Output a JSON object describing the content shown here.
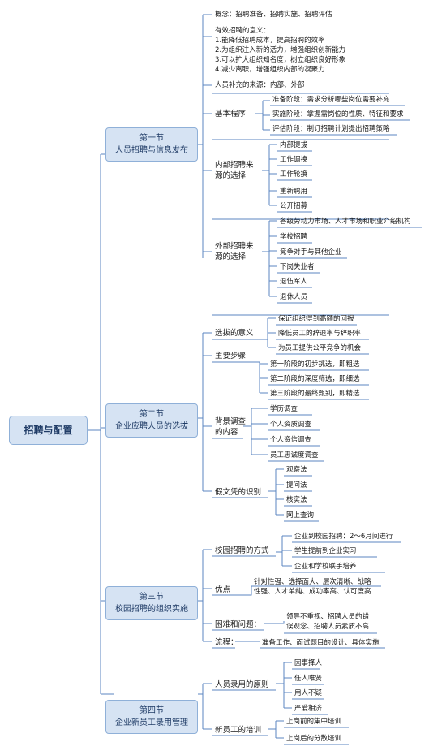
{
  "root": "招聘与配置",
  "sections": [
    {
      "title": "第一节",
      "subtitle": "人员招聘与信息发布",
      "concept": "概念：招聘准备、招聘实施、招聘评估",
      "significance": {
        "title": "有效招聘的意义：",
        "items": [
          "1.能降低招聘成本，提高招聘的效率",
          "2.为组织注入新的活力，增强组织创新能力",
          "3.可以扩大组织知名度，树立组织良好形象",
          "4.减少离职，增强组织内部的凝聚力"
        ]
      },
      "supply": "人员补充的来源：内部、外部",
      "basic": {
        "label": "基本程序",
        "items": [
          "准备阶段：需求分析哪些岗位需要补充",
          "实施阶段：掌握需岗位的性质、特征和要求",
          "评估阶段：制订招聘计划提出招聘策略"
        ]
      },
      "internal": {
        "label1": "内部招聘来",
        "label2": "源的选择",
        "items": [
          "内部提拔",
          "工作调换",
          "工作轮换",
          "重新聘用",
          "公开招募"
        ]
      },
      "external": {
        "label1": "外部招聘来",
        "label2": "源的选择",
        "items": [
          "各级劳动力市场、人才市场和职业介绍机构",
          "学校招聘",
          "竞争对手与其他企业",
          "下岗失业者",
          "退伍军人",
          "退休人员"
        ]
      }
    },
    {
      "title": "第二节",
      "subtitle": "企业应聘人员的选拔",
      "meaning": {
        "label": "选拔的意义",
        "items": [
          "保证组织得到高额的回报",
          "降低员工的辞退率与辞职率",
          "为员工提供公平竞争的机会"
        ]
      },
      "steps": {
        "label": "主要步骤",
        "items": [
          "第一阶段的初步挑选，即粗选",
          "第二阶段的深度筛选，即细选",
          "第三阶段的最终甄别，即精选"
        ]
      },
      "background": {
        "label1": "背景调查",
        "label2": "的内容",
        "items": [
          "学历调查",
          "个人资质调查",
          "个人资信调查",
          "员工忠诚度调查"
        ]
      },
      "fake": {
        "label": "假文凭的识别",
        "items": [
          "观察法",
          "提问法",
          "核实法",
          "网上查询"
        ]
      }
    },
    {
      "title": "第三节",
      "subtitle": "校园招聘的组织实施",
      "methods": {
        "label": "校园招聘的方式",
        "items": [
          "企业到校园招聘：2～6月间进行",
          "学生提前到企业实习",
          "企业和学校联手培养"
        ]
      },
      "advantages": {
        "label": "优点",
        "line1": "针对性强、选择面大、层次清晰、战略",
        "line2": "性强、人才单纯、成功率高、认可度高"
      },
      "problems": {
        "label": "困难和问题：",
        "line1": "领导不重视、招聘人员的错",
        "line2": "误观念、招聘人员素质不高"
      },
      "process": {
        "label": "流程：",
        "text": "准备工作、面试题目的设计、具体实施"
      }
    },
    {
      "title": "第四节",
      "subtitle": "企业新员工录用管理",
      "principles": {
        "label": "人员录用的原则",
        "items": [
          "因事择人",
          "任人唯贤",
          "用人不疑",
          "严爱相济"
        ]
      },
      "training": {
        "label": "新员工的培训",
        "items": [
          "上岗前的集中培训",
          "上岗后的分散培训"
        ]
      }
    }
  ]
}
